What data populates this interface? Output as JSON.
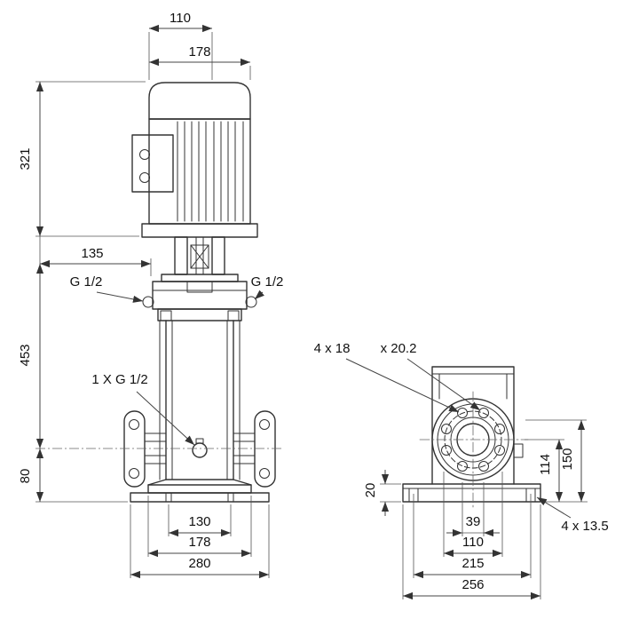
{
  "drawing": {
    "front_view": {
      "dims": {
        "motor_top_width": "110",
        "motor_width": "178",
        "motor_height": "321",
        "pump_height": "453",
        "head_offset": "135",
        "port_height": "80",
        "base_slot_spacing": "130",
        "base_upper_width": "178",
        "base_width": "280"
      },
      "labels": {
        "port_left": "G 1/2",
        "port_right": "G 1/2",
        "drain_port": "1 X G 1/2"
      }
    },
    "side_view": {
      "dims": {
        "base_plate_height": "20",
        "port_center_height": "114",
        "port_top_height": "150",
        "hub_width": "39",
        "bolt_circle": "110",
        "base_hole_spacing": "215",
        "base_length": "256"
      },
      "labels": {
        "flange_holes": "4 x 18",
        "flange_counterbore": "x 20.2",
        "base_holes": "4 x 13.5"
      }
    }
  }
}
